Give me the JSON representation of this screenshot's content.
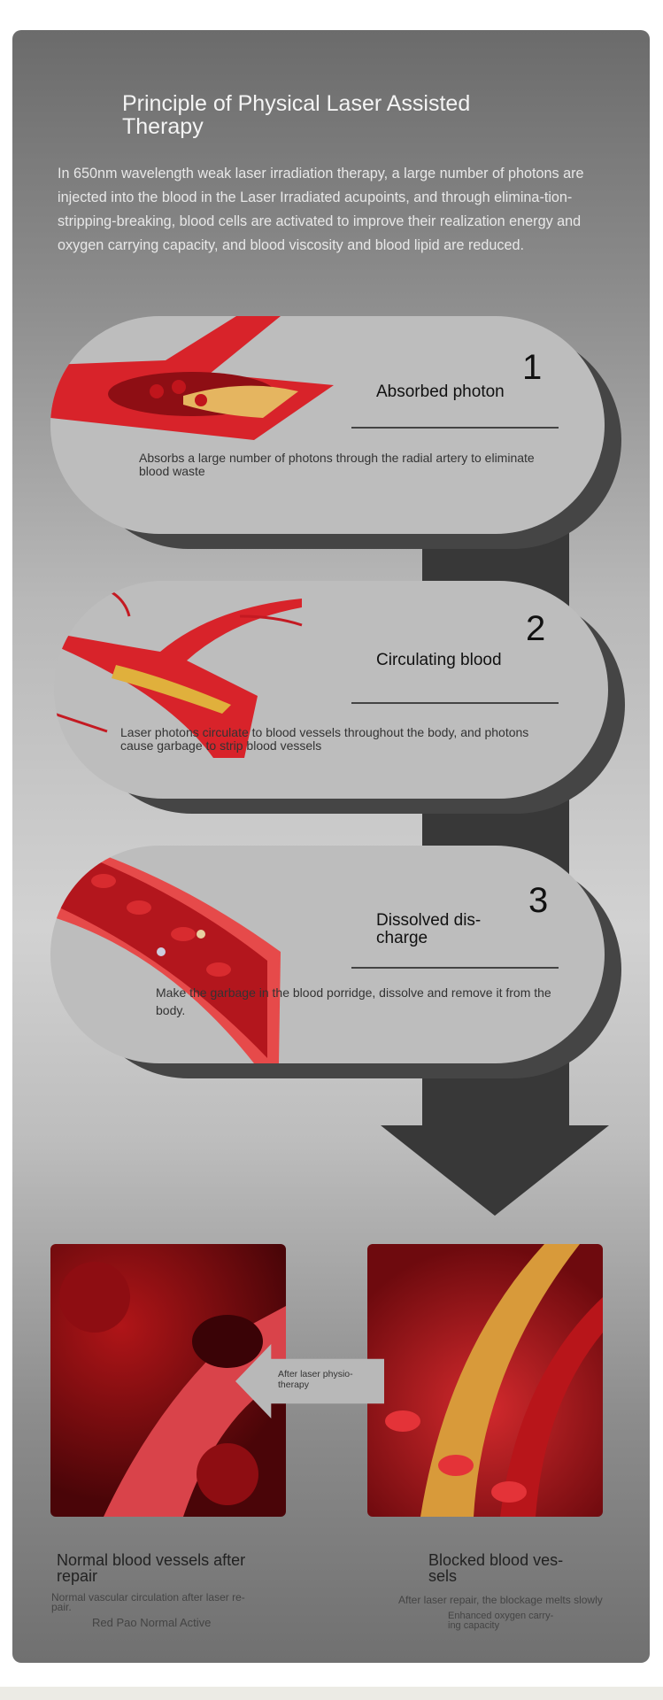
{
  "title": "Principle of Physical Laser Assisted Therapy",
  "intro": "In 650nm wavelength weak laser irradiation therapy, a large number of photons are injected into the blood in the Laser Irradiated acupoints, and through elimina-tion-stripping-breaking, blood cells are activated to improve their realization energy and oxygen carrying capacity, and blood viscosity and blood lipid are reduced.",
  "steps": [
    {
      "number": "1",
      "title": "Absorbed photon",
      "desc": "Absorbs a large number of photons through the radial artery to eliminate blood waste"
    },
    {
      "number": "2",
      "title": "Circulating blood",
      "desc": "Laser photons circulate to blood vessels throughout the body, and photons cause garbage to strip blood vessels"
    },
    {
      "number": "3",
      "title": "Dissolved dis-charge",
      "desc": "Make the garbage in the blood porridge, dissolve and remove it from the body."
    }
  ],
  "arrow_label": "After laser physio-therapy",
  "left": {
    "title": "Normal blood vessels after repair",
    "desc": "Normal vascular circulation after laser re-pair.",
    "sub": "Red Pao Normal Active"
  },
  "right": {
    "title": "Blocked blood ves-sels",
    "desc": "After laser repair, the blockage melts slowly",
    "sub": "Enhanced oxygen carry-ing capacity"
  },
  "colors": {
    "vessel": "#d8232a",
    "dark": "#383838",
    "pill": "#bdbdbd"
  }
}
